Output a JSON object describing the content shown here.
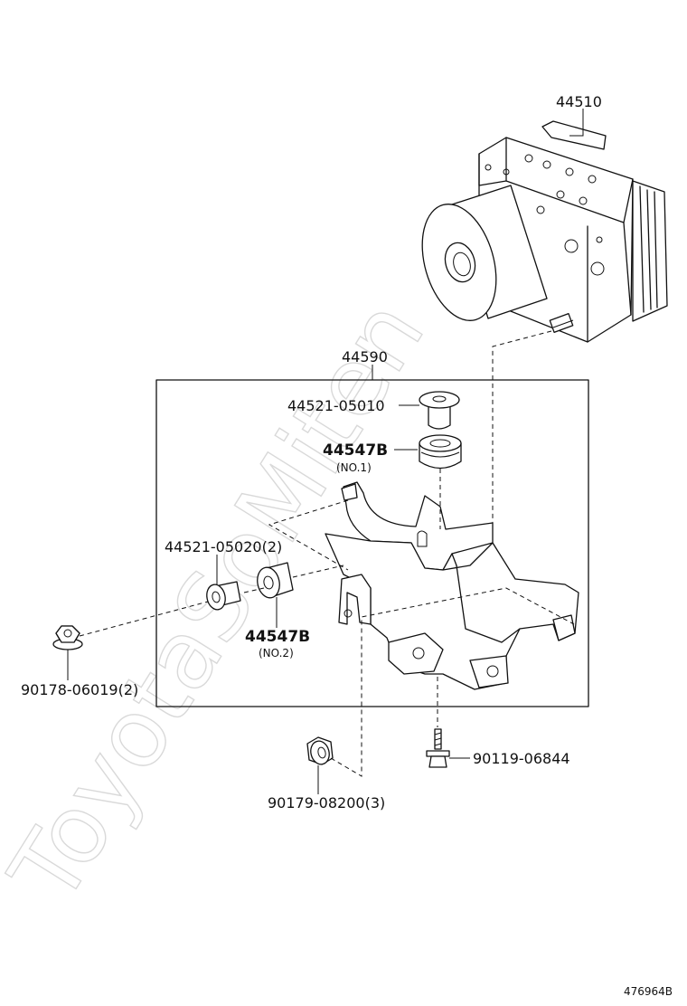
{
  "watermark": "ToyotaSoMiten",
  "labels": {
    "actuator": "44510",
    "kit": "44590",
    "grommet_collar_no1": "44521-05010",
    "cushion_no1": "44547B",
    "cushion_no1_sub": "(NO.1)",
    "collar_no2": "44521-05020(2)",
    "cushion_no2": "44547B",
    "cushion_no2_sub": "(NO.2)",
    "nut_left": "90178-06019(2)",
    "bolt_right": "90119-06844",
    "nut_bottom": "90179-08200(3)"
  },
  "figure_number": "476964B"
}
